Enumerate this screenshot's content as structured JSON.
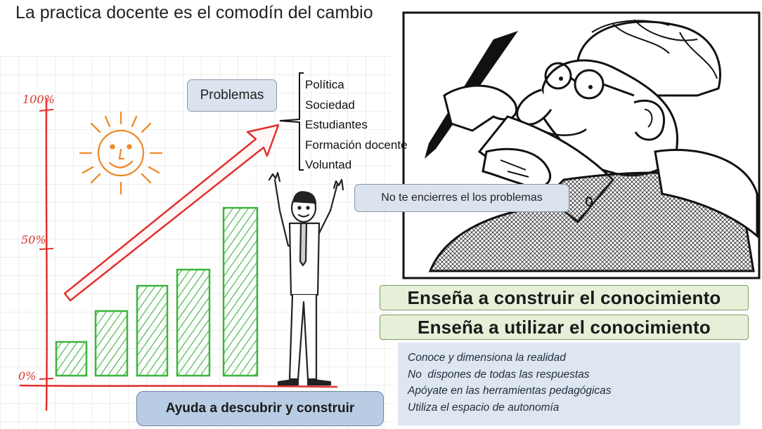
{
  "slide": {
    "title": "La practica docente es el comodín del cambio",
    "chart_sketch": {
      "axis_labels": [
        "100%",
        "50%",
        "0%"
      ]
    },
    "problems": {
      "label": "Problemas",
      "items": [
        "Política",
        "Sociedad",
        "Estudiantes",
        "Formación docente",
        "Voluntad"
      ]
    },
    "advice": "No te encierres el los problemas",
    "teach_build": "Enseña a construir el conocimiento",
    "teach_use": "Enseña a utilizar el conocimiento",
    "tips": [
      "Conoce y dimensiona la realidad",
      "No  dispones de todas las respuestas",
      "Apóyate en las herramientas pedagógicas",
      "Utiliza el espacio de autonomía"
    ],
    "discover_button": "Ayuda a descubrir y construir"
  },
  "colors": {
    "grid": "#dcdcdc",
    "axis_red": "#e0312e",
    "bar_green": "#3cb53c",
    "sun_orange": "#ee8a2a",
    "pill_blue": "#dbe3ee",
    "button_blue": "#b8cce4",
    "green_box": "#e6f0d9"
  }
}
